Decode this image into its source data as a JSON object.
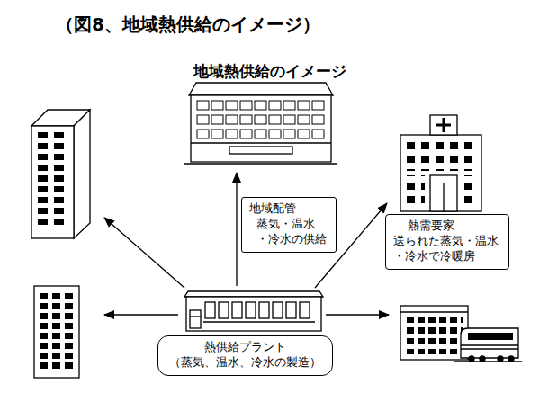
{
  "diagram": {
    "title": "（図8、地域熱供給のイメージ）",
    "nodes": [
      {
        "text": [
          "地域配管",
          "蒸気・温水 ・冷水の供給"
        ]
      },
      {
        "text": [
          "熱需要家",
          "送られた蒸気・温水 ・冷水で冷暖房"
        ]
      },
      {
        "text": [
          "熱供給プラント",
          "（蒸気、温水、冷水の製造）"
        ]
      }
    ],
    "labels": [
      "地域熱供給のイメージ"
    ]
  }
}
